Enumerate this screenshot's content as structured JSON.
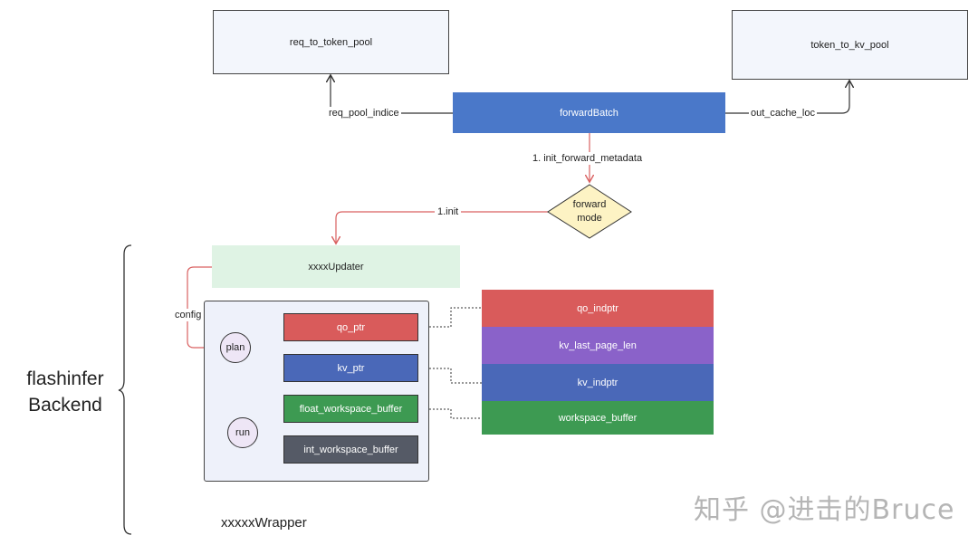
{
  "nodes": {
    "req_to_token_pool": "req_to_token_pool",
    "token_to_kv_pool": "token_to_kv_pool",
    "forward_batch": "forwardBatch",
    "forward_mode": "forward\nmode",
    "updater": "xxxxUpdater",
    "plan": "plan",
    "run": "run",
    "qo_ptr": "qo_ptr",
    "kv_ptr": "kv_ptr",
    "float_workspace_buffer": "float_workspace_buffer",
    "int_workspace_buffer": "int_workspace_buffer",
    "qo_indptr": "qo_indptr",
    "kv_last_page_len": "kv_last_page_len",
    "kv_indptr": "kv_indptr",
    "workspace_buffer": "workspace_buffer"
  },
  "edges": {
    "req_pool_indice": "req_pool_indice",
    "out_cache_loc": "out_cache_loc",
    "init_forward_metadata": "1. init_forward_metadata",
    "init": "1.init",
    "config": "config"
  },
  "group": {
    "backend_label_line1": "flashinfer",
    "backend_label_line2": "Backend",
    "wrapper_label": "xxxxxWrapper"
  },
  "watermark": "知乎 @进击的Bruce",
  "colors": {
    "forward_batch": "#4a78c9",
    "red_box": "#d95b5b",
    "blue_box": "#4a68b8",
    "purple_box": "#8a62c9",
    "green_box": "#3d9a52",
    "gray_box": "#555a66",
    "diamond_fill": "#fdf3c4",
    "red_edge": "#d96060"
  }
}
